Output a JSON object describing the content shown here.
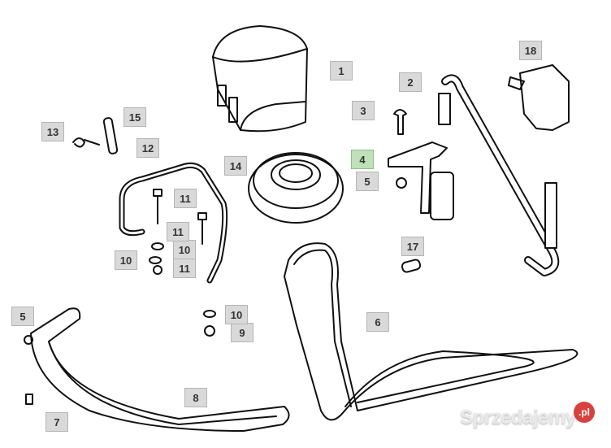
{
  "diagram": {
    "callouts": [
      "1",
      "2",
      "3",
      "4",
      "5",
      "6",
      "7",
      "8",
      "9",
      "10",
      "10",
      "10",
      "11",
      "11",
      "11",
      "12",
      "13",
      "14",
      "15",
      "17",
      "18",
      "5"
    ],
    "highlighted_callout": "4",
    "highlight_color": "#bfe0b9",
    "callout_color": "#d9d9d9"
  },
  "watermark": {
    "text": "Sprzedajemy",
    "badge": ".pl",
    "badge_color": "#d9413e"
  }
}
